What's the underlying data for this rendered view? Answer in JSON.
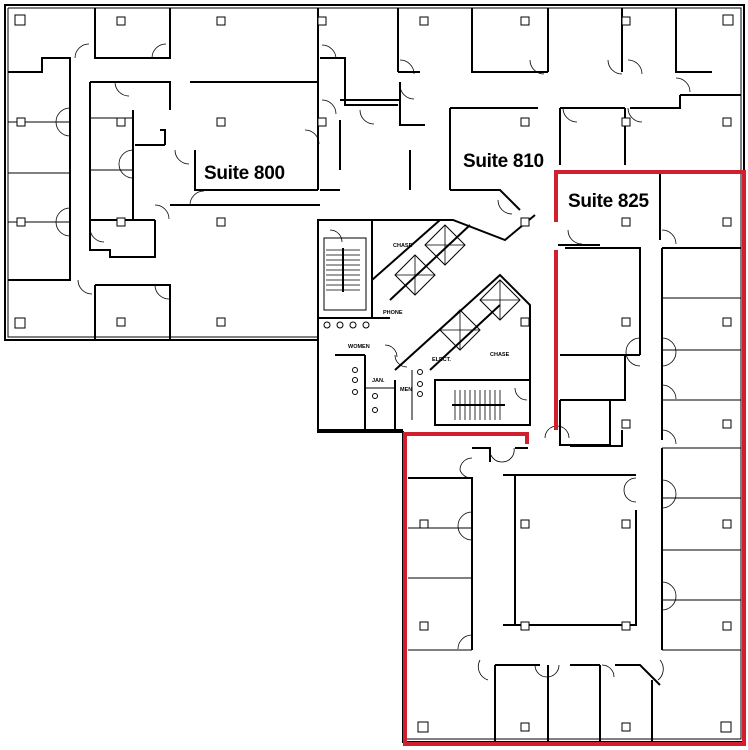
{
  "floor_plan": {
    "suites": [
      {
        "id": "suite-800",
        "label": "Suite 800"
      },
      {
        "id": "suite-810",
        "label": "Suite 810"
      },
      {
        "id": "suite-825",
        "label": "Suite 825",
        "highlighted": true
      }
    ],
    "core_rooms": [
      {
        "id": "chase-1",
        "label": "CHASE"
      },
      {
        "id": "phone",
        "label": "PHONE"
      },
      {
        "id": "women",
        "label": "WOMEN"
      },
      {
        "id": "jan",
        "label": "JAN."
      },
      {
        "id": "men",
        "label": "MEN"
      },
      {
        "id": "elect",
        "label": "ELECT."
      },
      {
        "id": "chase-2",
        "label": "CHASE"
      }
    ],
    "colors": {
      "walls": "#000000",
      "highlight_outline": "#d02030",
      "background": "#ffffff"
    }
  }
}
